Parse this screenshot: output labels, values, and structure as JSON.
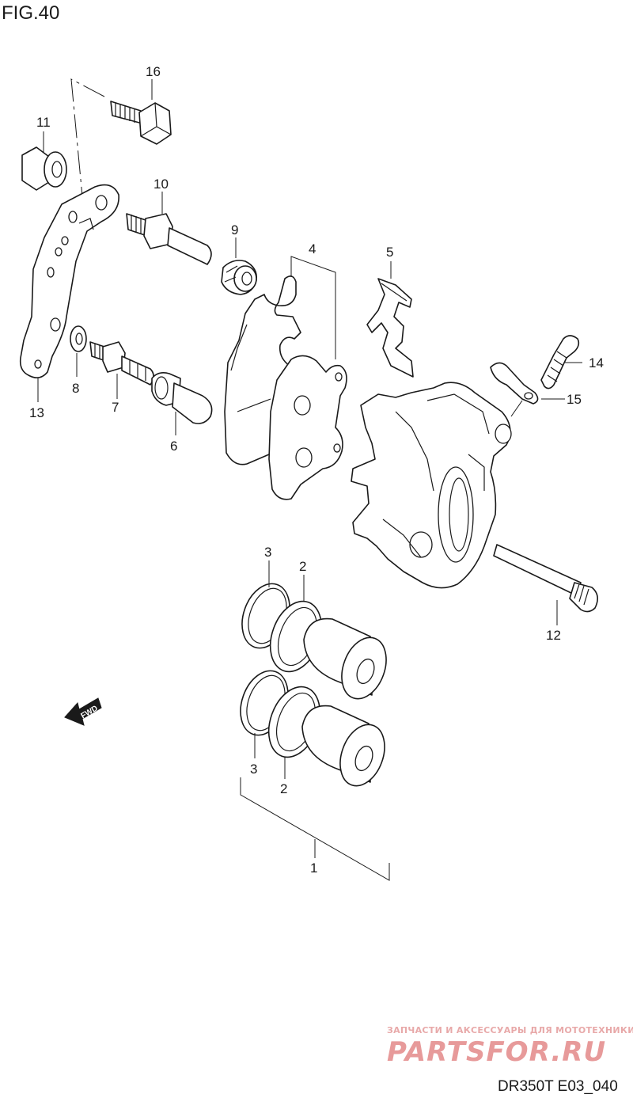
{
  "figure": {
    "title": "FIG.40",
    "code": "DR350T E03_040"
  },
  "fwd_arrow": {
    "label": "FWD",
    "icon": "fwd-arrow-icon"
  },
  "watermark": {
    "tagline": "ЗАПЧАСТИ И АКСЕССУАРЫ ДЛЯ МОТОТЕХНИКИ",
    "brand": "PARTSFOR.RU",
    "color": "#e79a9a"
  },
  "callouts": {
    "c1": "1",
    "c2a": "2",
    "c2b": "2",
    "c3a": "3",
    "c3b": "3",
    "c4": "4",
    "c5": "5",
    "c6": "6",
    "c7": "7",
    "c8": "8",
    "c9": "9",
    "c10": "10",
    "c11": "11",
    "c12": "12",
    "c13": "13",
    "c14": "14",
    "c15": "15",
    "c16": "16"
  }
}
